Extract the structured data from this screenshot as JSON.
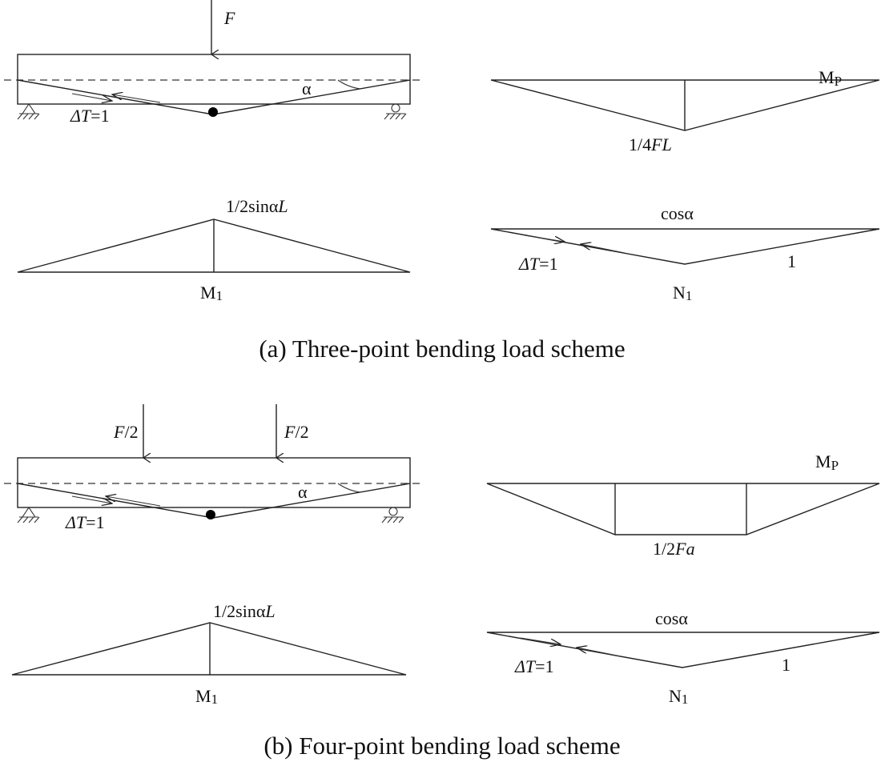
{
  "panel_a": {
    "caption": "(a) Three-point bending load scheme",
    "beam": {
      "load_label": "F",
      "tendon_label_prefix": "ΔT",
      "tendon_label_suffix": "=1",
      "angle_label": "α"
    },
    "mp": {
      "title_main": "M",
      "title_sub": "P",
      "value_label": "1/4FL"
    },
    "m1": {
      "peak_label": "1/2sinαL",
      "title_main": "M",
      "title_sub": "1"
    },
    "n1": {
      "top_label": "cosα",
      "tendon_label_prefix": "ΔT",
      "tendon_label_suffix": "=1",
      "side_label": "1",
      "title_main": "N",
      "title_sub": "1"
    }
  },
  "panel_b": {
    "caption": "(b) Four-point bending load scheme",
    "beam": {
      "load_left_label": "F/2",
      "load_right_label": "F/2",
      "tendon_label_prefix": "ΔT",
      "tendon_label_suffix": "=1",
      "angle_label": "α"
    },
    "mp": {
      "title_main": "M",
      "title_sub": "P",
      "value_label": "1/2Fa"
    },
    "m1": {
      "peak_label": "1/2sinαL",
      "title_main": "M",
      "title_sub": "1"
    },
    "n1": {
      "top_label": "cosα",
      "tendon_label_prefix": "ΔT",
      "tendon_label_suffix": "=1",
      "side_label": "1",
      "title_main": "N",
      "title_sub": "1"
    }
  }
}
